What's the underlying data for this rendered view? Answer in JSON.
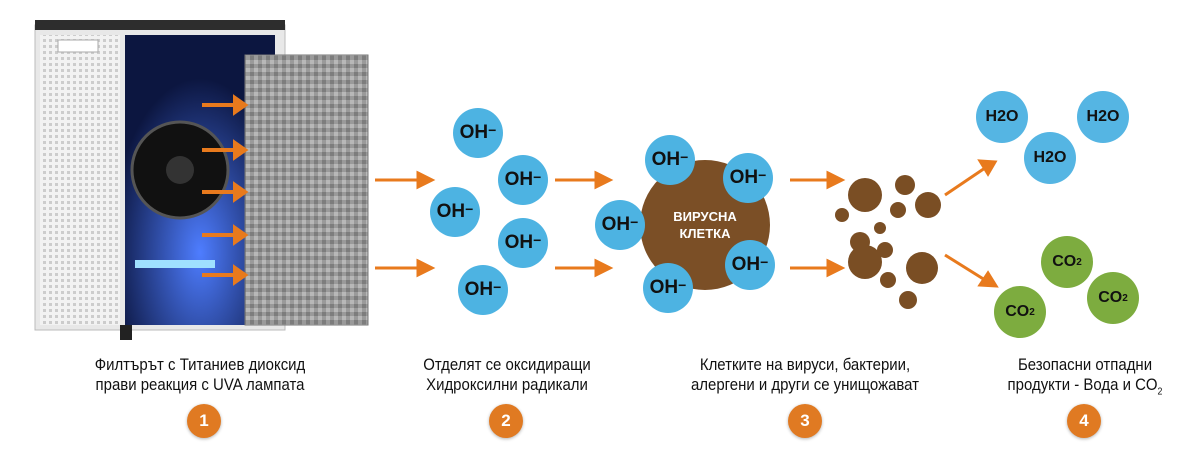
{
  "colors": {
    "accent": "#e07a22",
    "oh": "#4db3e2",
    "virus": "#7b4f26",
    "co2": "#7dac3f"
  },
  "molecules": {
    "oh": "OH",
    "oh_charge": "−",
    "h2o": "H2O",
    "co2_base": "CO",
    "co2_sub": "2"
  },
  "virus_label": [
    "ВИРУСНА",
    "КЛЕТКА"
  ],
  "steps": [
    {
      "number": "1",
      "line1": "Филтърът с Титаниев диоксид",
      "line2": "прави реакция с UVA лампата"
    },
    {
      "number": "2",
      "line1": "Отделят се оксидиращи",
      "line2": "Хидроксилни радикали"
    },
    {
      "number": "3",
      "line1": "Клетките на вируси, бактерии,",
      "line2": "алергени и други се унищожават"
    },
    {
      "number": "4",
      "line1": "Безопасни отпадни",
      "line2": "продукти - Вода и CO",
      "line2_sub": "2"
    }
  ]
}
